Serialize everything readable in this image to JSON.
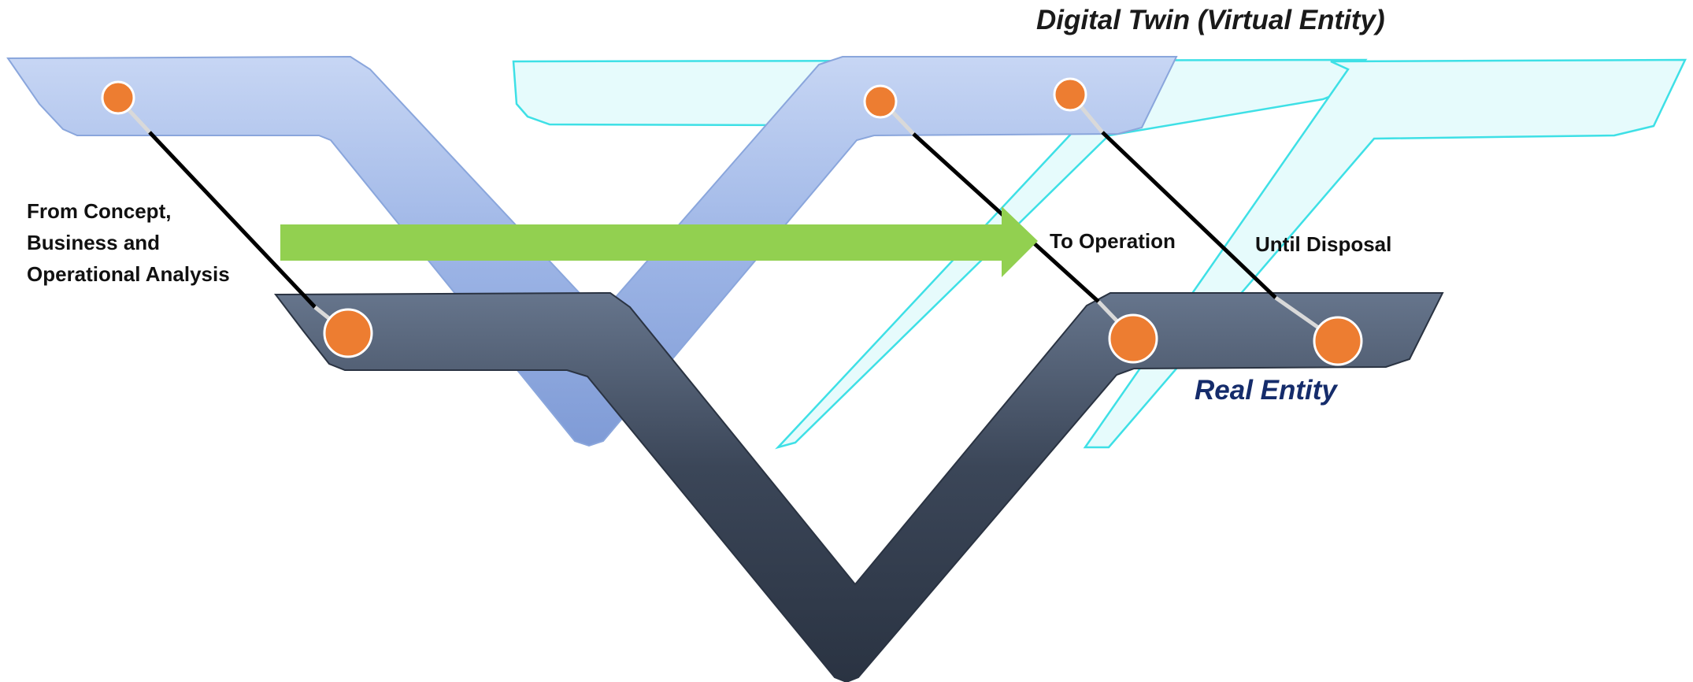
{
  "diagram": {
    "digital_twin_label": "Digital Twin (Virtual Entity)",
    "real_entity_label": "Real Entity",
    "stage_labels": {
      "concept": [
        "From Concept,",
        "Business and",
        "Operational Analysis"
      ],
      "operation": "To Operation",
      "disposal": "Until Disposal"
    },
    "colors": {
      "virtual_track": "#9db5e6",
      "virtual_outline": "#3ee0e6",
      "virtual_ghost_fill": "#e6fbfc",
      "real_track": "#3b4658",
      "progress_arrow": "#92d050",
      "node": "#ed7d31",
      "connector_dark": "#000000",
      "connector_light": "#d9d9d9",
      "real_entity_text": "#152c6b"
    },
    "icons": [
      "progress-arrow",
      "lifecycle-node"
    ]
  }
}
